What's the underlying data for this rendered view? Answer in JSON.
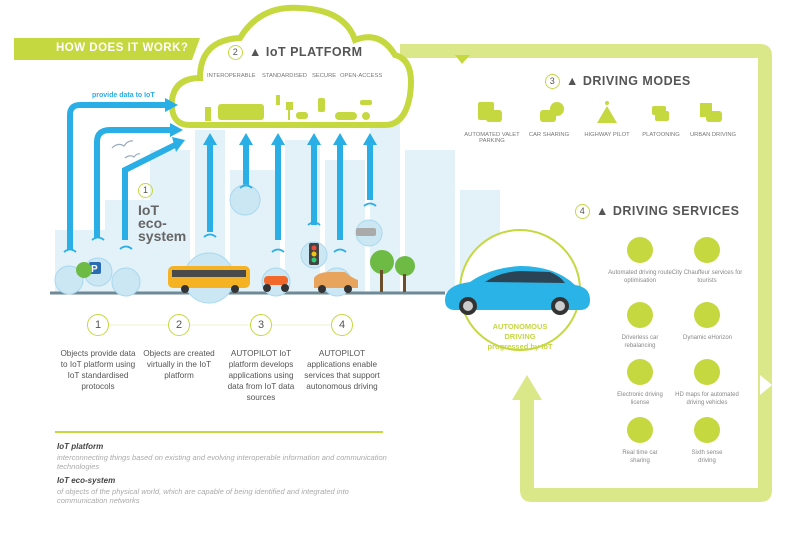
{
  "banner": "HOW DOES IT WORK?",
  "platform": {
    "num": "2",
    "title": "IoT PLATFORM",
    "attributes": [
      "INTEROPERABLE",
      "STANDARDISED",
      "SECURE",
      "OPEN-ACCESS"
    ]
  },
  "arrow_label": "provide data to IoT",
  "ecosystem": {
    "num": "1",
    "line1": "IoT",
    "line2": "eco-",
    "line3": "system"
  },
  "modes": {
    "num": "3",
    "title": "DRIVING MODES",
    "items": [
      "AUTOMATED VALET PARKING",
      "CAR SHARING",
      "HIGHWAY PILOT",
      "PLATOONING",
      "URBAN DRIVING"
    ]
  },
  "services": {
    "num": "4",
    "title": "DRIVING SERVICES",
    "items": [
      "Automated driving route optimisation",
      "City Chauffeur services for tourists",
      "Driverless car rebalancing",
      "Dynamic eHorizon",
      "Electronic driving license",
      "HD maps for automated driving vehicles",
      "Real time car sharing",
      "Sixth sense driving"
    ]
  },
  "autonomous": {
    "line1": "AUTONOMOUS",
    "line2": "DRIVING",
    "line3": "progressed by IoT"
  },
  "steps": [
    {
      "num": "1",
      "text": "Objects provide data to IoT platform using IoT standardised protocols"
    },
    {
      "num": "2",
      "text": "Objects are created virtually in the IoT platform"
    },
    {
      "num": "3",
      "text": "AUTOPILOT IoT platform develops applications using data from IoT data sources"
    },
    {
      "num": "4",
      "text": "AUTOPILOT applications enable services that support autonomous driving"
    }
  ],
  "definitions": [
    {
      "term": "IoT platform",
      "desc": "interconnecting things based on existing and evolving interoperable information and communication technologies"
    },
    {
      "term": "IoT eco-system",
      "desc": "of objects of the physical world, which are capable of being identified and integrated into communication networks"
    }
  ],
  "colors": {
    "green": "#c5d840",
    "blue": "#29aee6",
    "sky": "#d9eef7"
  }
}
